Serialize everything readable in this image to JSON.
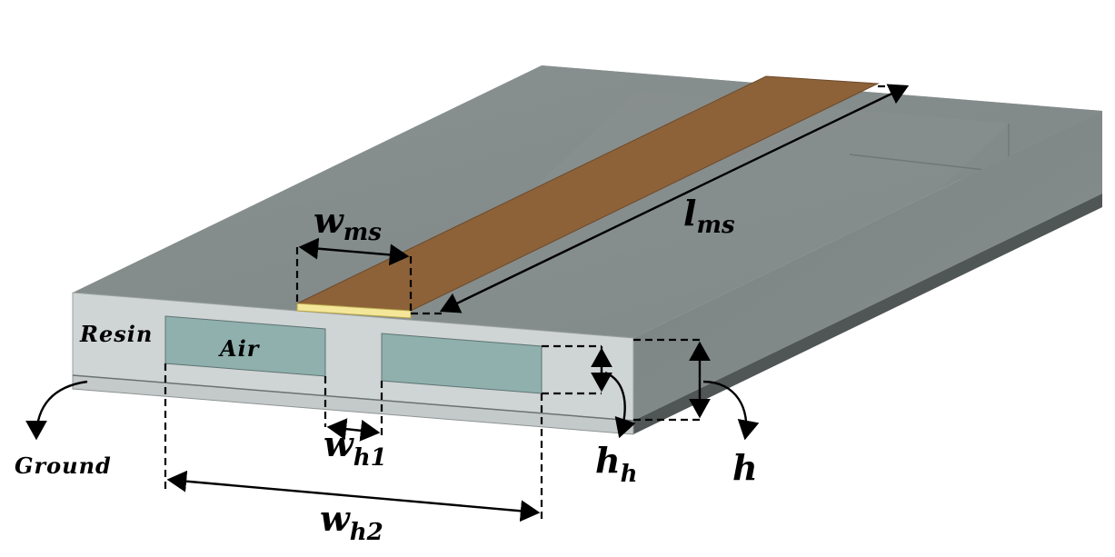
{
  "labels": {
    "resin": "Resin",
    "air": "Air",
    "ground": "Ground",
    "w_ms": {
      "base": "w",
      "sub": "ms"
    },
    "l_ms": {
      "base": "l",
      "sub": "ms"
    },
    "w_h1": {
      "base": "w",
      "sub": "h1"
    },
    "w_h2": {
      "base": "w",
      "sub": "h2"
    },
    "h_h": {
      "base": "h",
      "sub": "h"
    },
    "h": {
      "base": "h",
      "sub": ""
    }
  },
  "colors": {
    "resin_top": "#868d8d",
    "resin_front": "#cfd4d4",
    "resin_side": "#7b8484",
    "air": "#8fb0ad",
    "strip_top": "#8d6239",
    "strip_edge": "#f4e79a",
    "ground_side": "#505555"
  }
}
